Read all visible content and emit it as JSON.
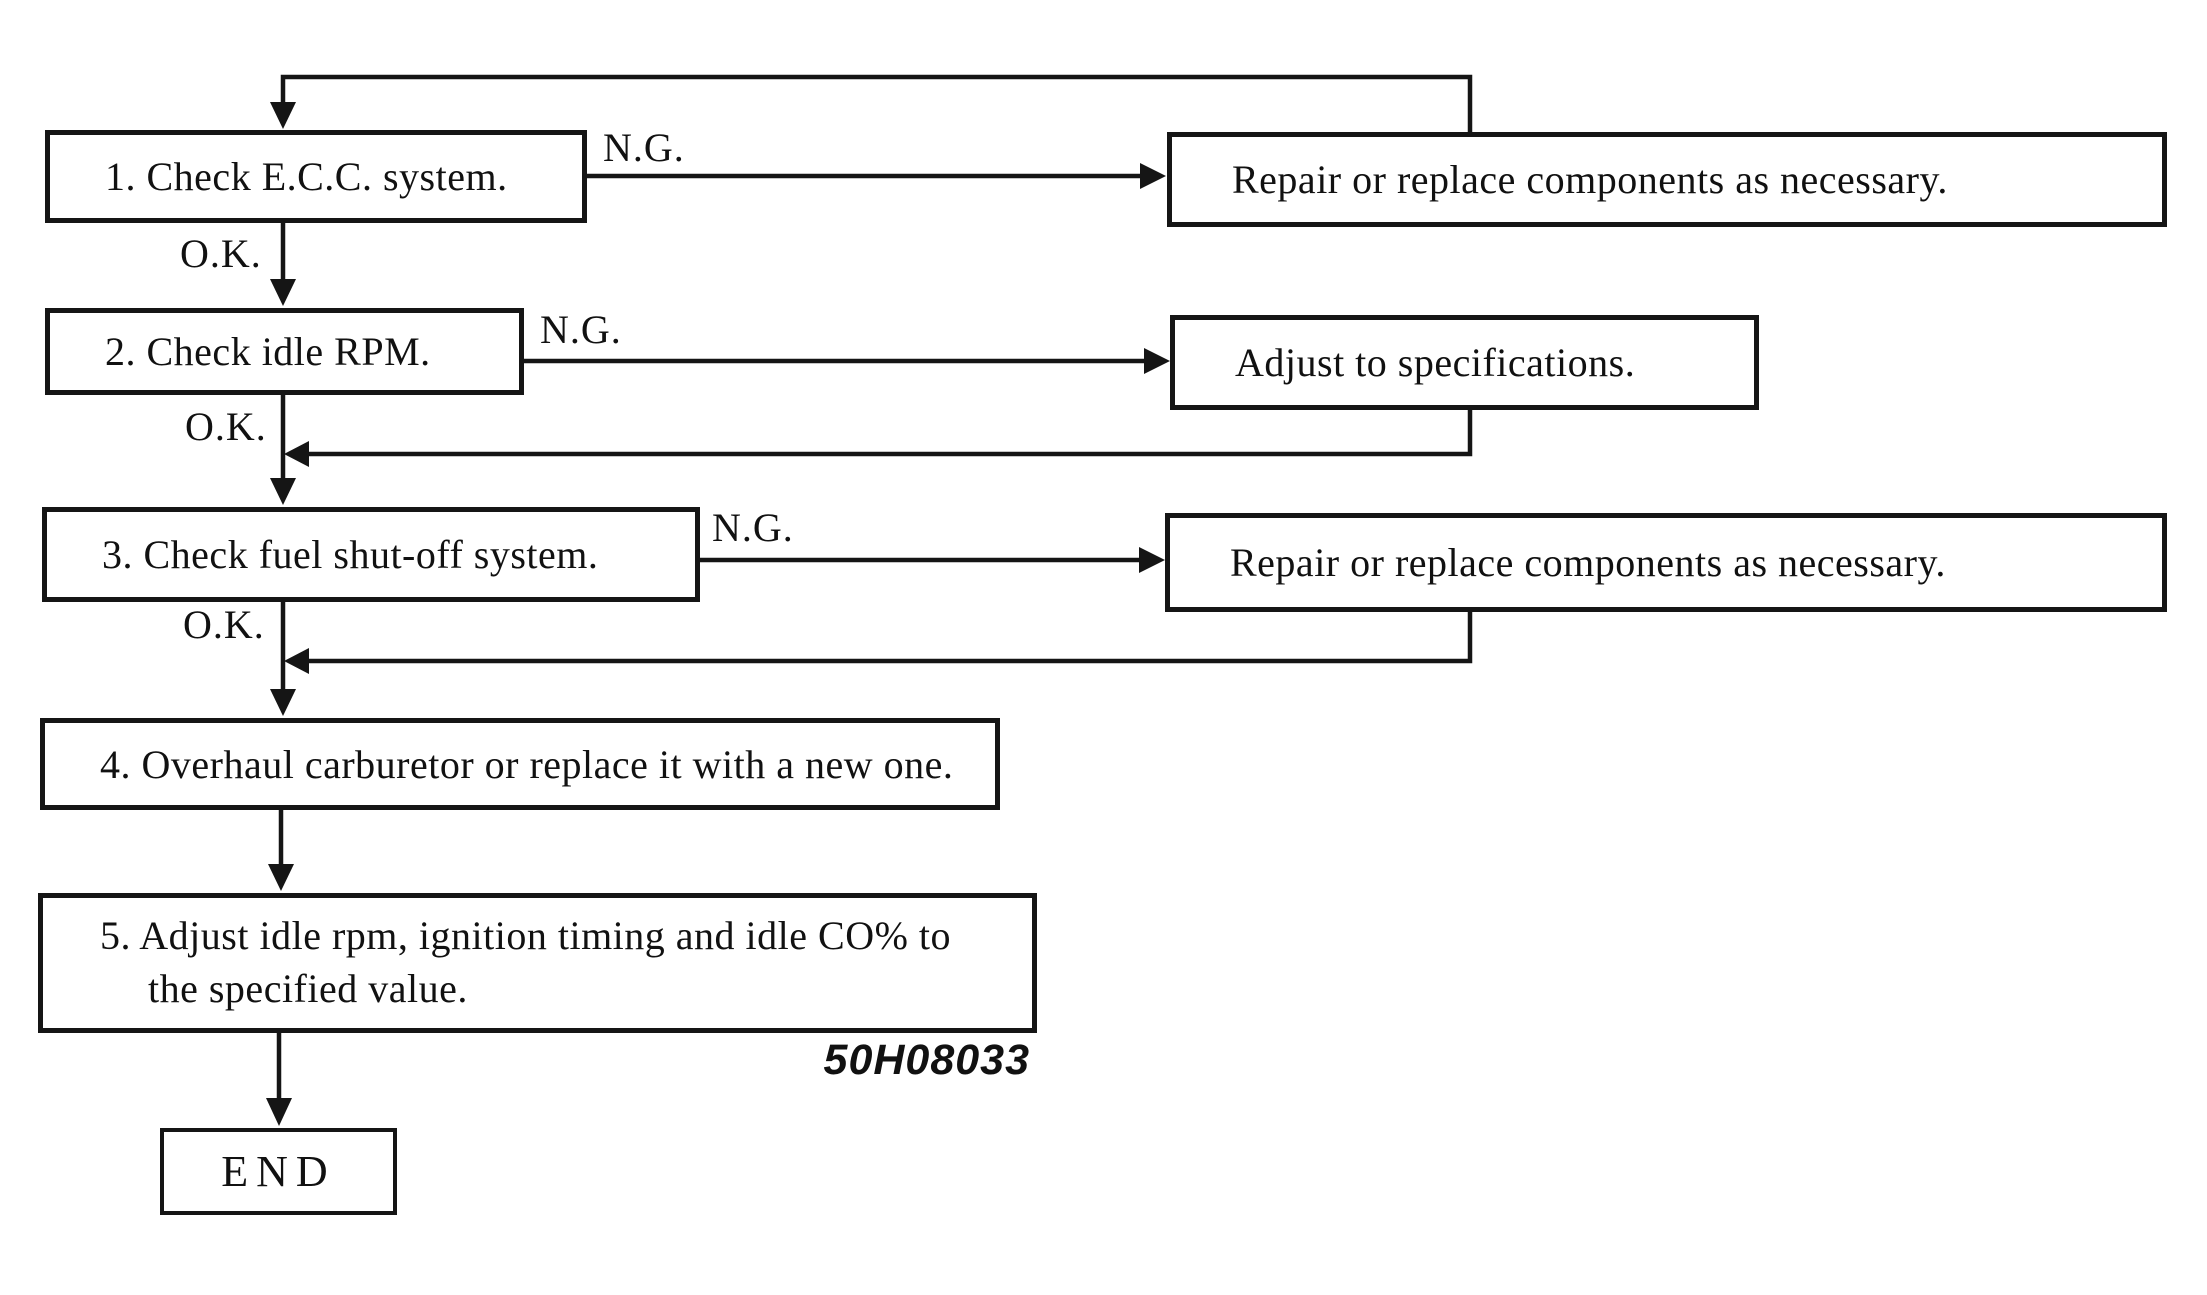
{
  "figure_code": "50H08033",
  "colors": {
    "ink": "#151515",
    "paper": "#ffffff"
  },
  "nodes": {
    "step1": {
      "label": "1. Check E.C.C. system."
    },
    "repair1": {
      "label": "Repair or replace components as necessary."
    },
    "step2": {
      "label": "2. Check idle RPM."
    },
    "adjust": {
      "label": "Adjust to specifications."
    },
    "step3": {
      "label": "3. Check fuel shut-off system."
    },
    "repair2": {
      "label": "Repair or replace components as necessary."
    },
    "step4": {
      "label": "4. Overhaul carburetor or replace it with a new one."
    },
    "step5": {
      "lines": [
        "5. Adjust idle rpm, ignition timing and idle CO% to",
        "the specified value."
      ]
    },
    "end": {
      "label": "END"
    }
  },
  "edges": [
    {
      "from": "step1",
      "to": "repair1",
      "label": "N.G."
    },
    {
      "from": "step1",
      "to": "step2",
      "label": "O.K."
    },
    {
      "from": "step2",
      "to": "adjust",
      "label": "N.G."
    },
    {
      "from": "step2",
      "to": "step3",
      "label": "O.K."
    },
    {
      "from": "step3",
      "to": "repair2",
      "label": "N.G."
    },
    {
      "from": "step3",
      "to": "step4",
      "label": "O.K."
    },
    {
      "from": "step4",
      "to": "step5",
      "label": ""
    },
    {
      "from": "step5",
      "to": "end",
      "label": ""
    },
    {
      "from": "repair1",
      "to": "step1",
      "label": ""
    },
    {
      "from": "adjust",
      "to": "step3",
      "label": ""
    },
    {
      "from": "repair2",
      "to": "step4",
      "label": ""
    }
  ]
}
